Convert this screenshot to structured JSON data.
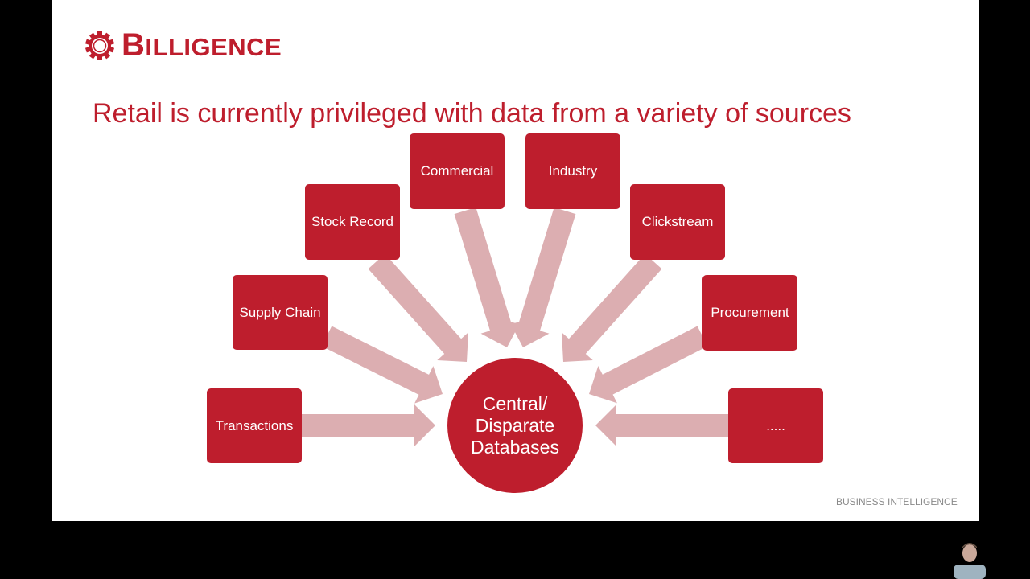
{
  "logo": {
    "text_first": "B",
    "text_rest": "ILLIGENCE",
    "icon": "gear-icon"
  },
  "title": "Retail is currently privileged with data from a variety of sources",
  "hub": {
    "line1": "Central/",
    "line2": "Disparate",
    "line3": "Databases"
  },
  "sources": [
    "Transactions",
    "Supply Chain",
    "Stock Record",
    "Commercial",
    "Industry",
    "Clickstream",
    "Procurement",
    "....."
  ],
  "footer": "BUSINESS INTELLIGENCE",
  "colors": {
    "accent": "#be1e2d",
    "arrow": "#dcaeb1"
  }
}
